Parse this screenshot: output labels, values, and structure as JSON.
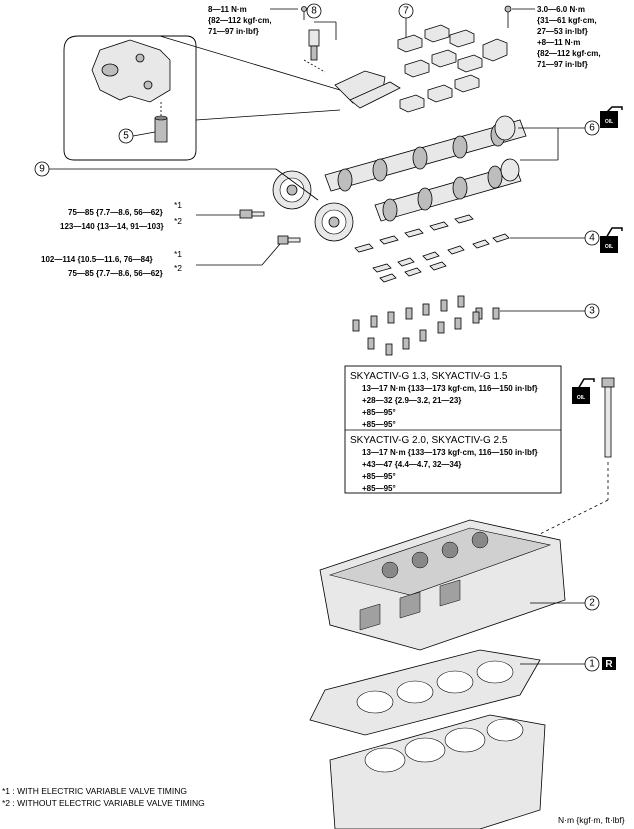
{
  "torque_specs": {
    "oil_control_valve": [
      "8—11 N·m",
      "{82—112 kgf·cm,",
      "71—97 in·lbf}"
    ],
    "camshaft_cap_bolt": [
      "3.0—6.0 N·m",
      "{31—61 kgf·cm,",
      "27—53 in·lbf}",
      "+8—11 N·m",
      "{82—112 kgf·cm,",
      "71—97 in·lbf}"
    ],
    "sprocket_bolt_upper": {
      "line1": "75—85 {7.7—8.6, 56—62}",
      "mark1": "*1",
      "line2": "123—140 {13—14, 91—103}",
      "mark2": "*2"
    },
    "sprocket_bolt_lower": {
      "line1": "102—114 {10.5—11.6, 76—84}",
      "mark1": "*1",
      "line2": "75—85 {7.7—8.6, 56—62}",
      "mark2": "*2"
    }
  },
  "cylinder_head_bolt_box": {
    "group1": {
      "title": "SKYACTIV-G 1.3, SKYACTIV-G 1.5",
      "lines": [
        "13—17 N·m {133—173 kgf·cm, 116—150 in·lbf}",
        "+28—32 {2.9—3.2, 21—23}",
        "+85—95°",
        "+85—95°"
      ]
    },
    "group2": {
      "title": "SKYACTIV-G 2.0, SKYACTIV-G 2.5",
      "lines": [
        "13—17 N·m {133—173 kgf·cm, 116—150 in·lbf}",
        "+43—47 {4.4—4.7, 32—34}",
        "+85—95°",
        "+85—95°"
      ]
    }
  },
  "callouts": [
    "1",
    "2",
    "3",
    "4",
    "5",
    "6",
    "7",
    "8",
    "9"
  ],
  "badges": {
    "oil": "OIL",
    "replace": "R"
  },
  "footnotes": [
    "*1 : WITH ELECTRIC VARIABLE VALVE TIMING",
    "*2 : WITHOUT ELECTRIC VARIABLE VALVE TIMING"
  ],
  "units_note": "N·m {kgf·m, ft·lbf}"
}
